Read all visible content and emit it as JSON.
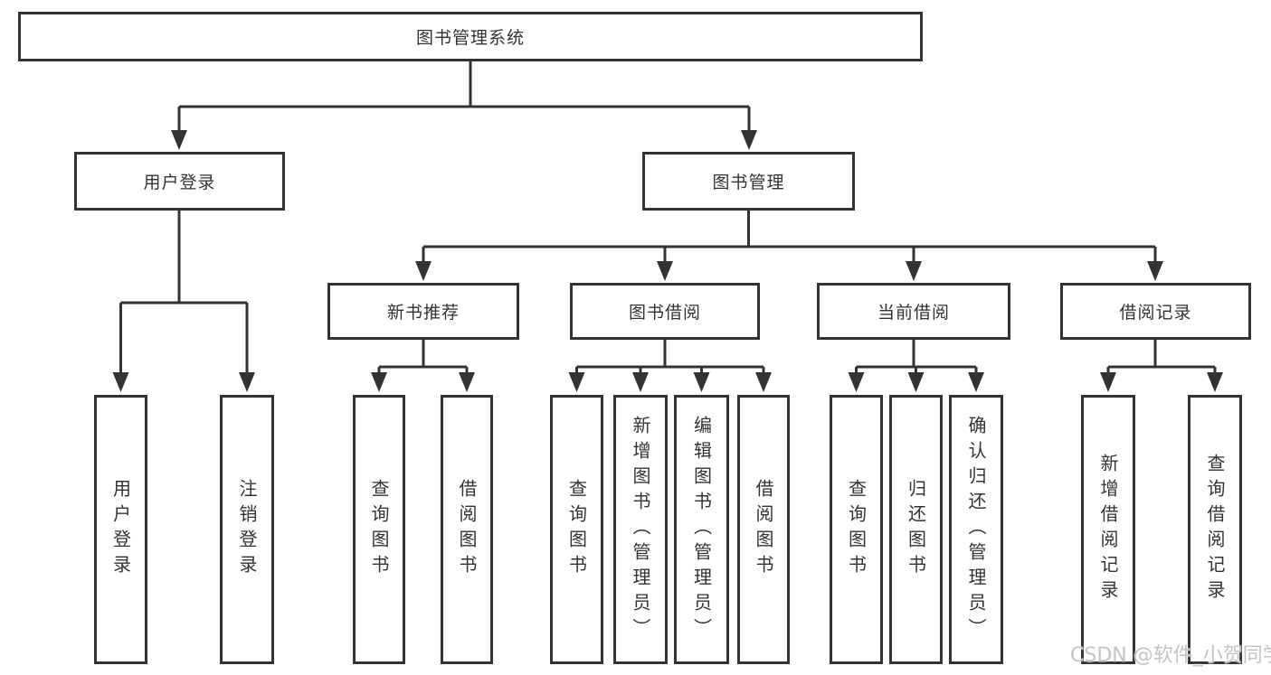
{
  "diagram": {
    "title": "图书管理系统",
    "level2": {
      "user_login": "用户登录",
      "book_mgmt": "图书管理"
    },
    "level3": {
      "new_books": "新书推荐",
      "borrowing": "图书借阅",
      "current": "当前借阅",
      "records": "借阅记录"
    },
    "leaves": {
      "user_login": [
        "用户登录",
        "注销登录"
      ],
      "new_books": [
        "查询图书",
        "借阅图书"
      ],
      "borrowing": [
        "查询图书",
        "新增图书（管理员）",
        "编辑图书（管理员）",
        "借阅图书"
      ],
      "current": [
        "查询图书",
        "归还图书",
        "确认归还（管理员）"
      ],
      "records": [
        "新增借阅记录",
        "查询借阅记录"
      ]
    }
  },
  "watermark": "CSDN @软件_小贺同学",
  "colors": {
    "line": "#333333",
    "box_border": "#333333",
    "text": "#333333",
    "watermark": "#c3c3c3",
    "background": "#ffffff"
  }
}
